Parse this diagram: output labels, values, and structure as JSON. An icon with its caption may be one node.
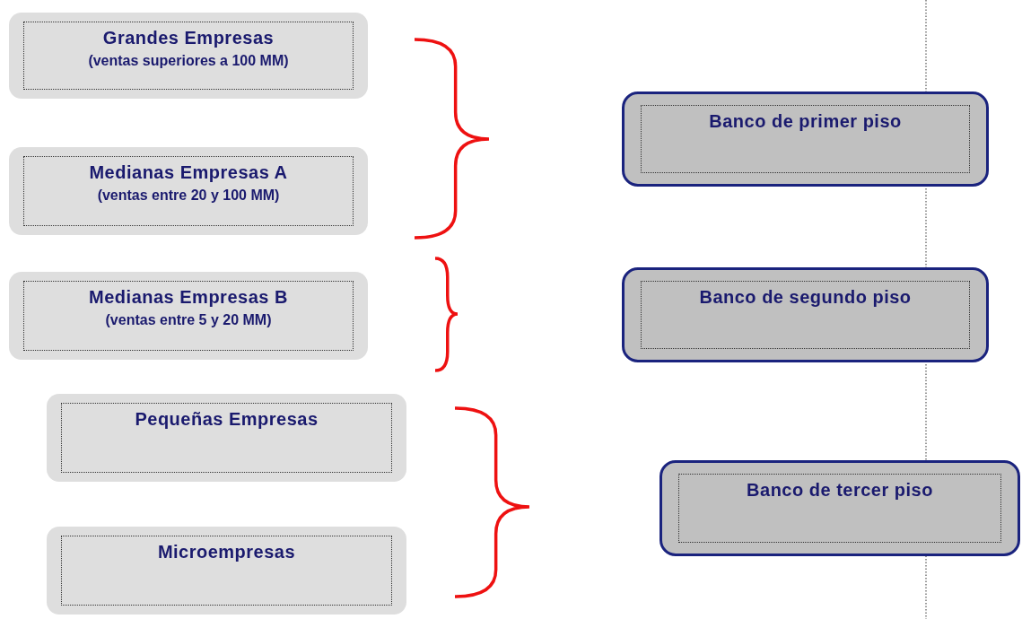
{
  "diagram": {
    "nodes": [
      {
        "text": [
          "Grandes Empresas",
          "(ventas superiores a 100 MM)"
        ]
      },
      {
        "text": [
          "Medianas Empresas A",
          "(ventas entre 20 y 100 MM)"
        ]
      },
      {
        "text": [
          "Medianas Empresas B",
          "(ventas entre 5 y 20 MM)"
        ]
      },
      {
        "text": [
          "Pequeñas Empresas"
        ]
      },
      {
        "text": [
          "Microempresas"
        ]
      },
      {
        "text": [
          "Banco de primer piso"
        ]
      },
      {
        "text": [
          "Banco de segundo piso"
        ]
      },
      {
        "text": [
          "Banco de tercer piso"
        ]
      }
    ]
  }
}
